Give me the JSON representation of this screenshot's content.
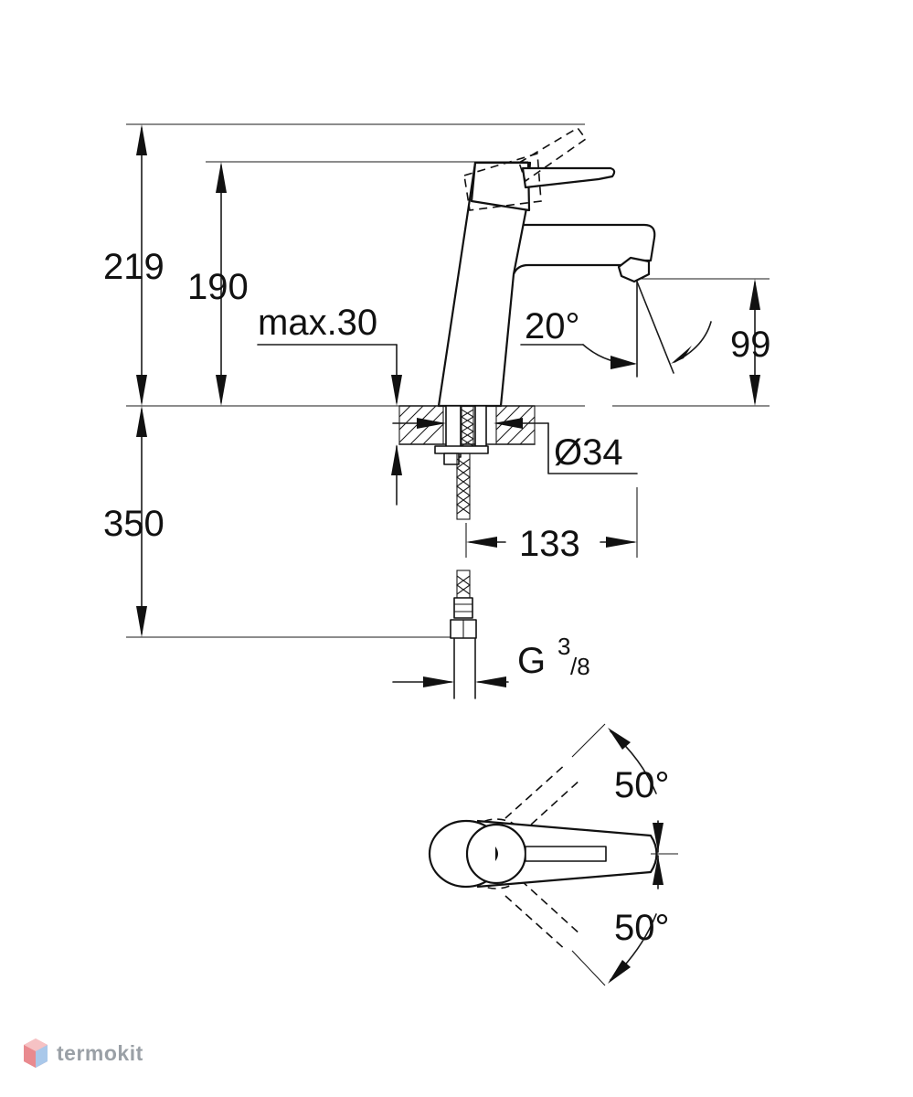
{
  "dimensions": {
    "total_height": "219",
    "lever_height": "190",
    "max_thickness": "max.30",
    "spout_angle": "20°",
    "spout_height": "99",
    "hole_diameter": "Ø34",
    "reach": "133",
    "hose_length": "350",
    "thread_prefix": "G",
    "thread_num": "3",
    "thread_den": "/8",
    "rotation_upper": "50°",
    "rotation_lower": "50°"
  },
  "watermark": {
    "text": "termokit",
    "icon": "hexagon-cube-icon"
  }
}
